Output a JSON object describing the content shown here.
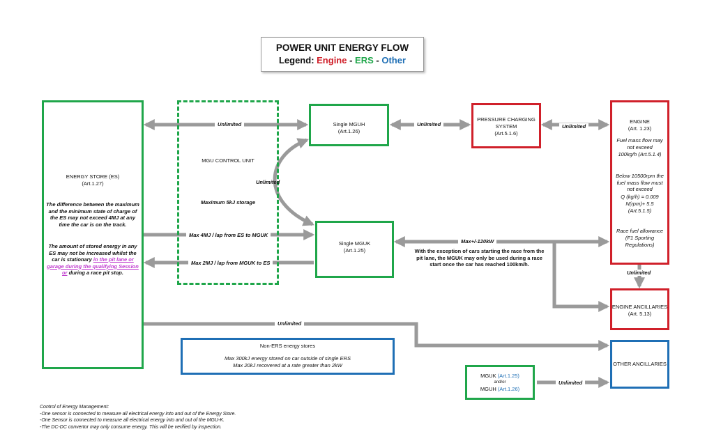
{
  "title": {
    "line1": "POWER UNIT ENERGY FLOW",
    "legend_prefix": "Legend: ",
    "engine": "Engine",
    "sep": " - ",
    "ers": "ERS",
    "other": "Other"
  },
  "colors": {
    "engine": "#d0202a",
    "ers": "#1fa64a",
    "other": "#1f6fb5",
    "arrow": "#9a9a9a"
  },
  "energy_store": {
    "name": "ENERGY STORE (ES)",
    "art": "(Art.1.27)",
    "p1": "The difference between the maximum and the minimum state of charge of the ES may not exceed 4MJ at any time the car is on the track.",
    "p2a": "The amount of stored energy in any ES may not be increased whilst the car is stationary ",
    "p2link": "in the pit lane or garage during the qualifying Session or",
    "p2b": " during a race pit stop."
  },
  "mgu_control": {
    "name": "MGU CONTROL UNIT",
    "storage": "Maximum 5kJ storage"
  },
  "mguh": {
    "name": "Single MGUH",
    "art": "(Art.1.26)"
  },
  "mguk": {
    "name": "Single MGUK",
    "art": "(Art.1.25)"
  },
  "pressure": {
    "name1": "PRESSURE CHARGING",
    "name2": "SYSTEM",
    "art": "(Art.5.1.6)"
  },
  "engine": {
    "name": "ENGINE",
    "art": "(Art. 1.23)",
    "f1": "Fuel mass flow may not exceed",
    "f2": "100kg/h (Art.5.1.4)",
    "b1": "Below 10500rpm the fuel mass flow must not exceed",
    "b2": "Q (kg/h) = 0.009",
    "b3": "N(rpm)+ 5.5",
    "b4": "(Art.5.1.5)",
    "r1": "Race fuel allowance",
    "r2": "(F1 Sporting Regulations)"
  },
  "ancillaries": {
    "name": "ENGINE ANCILLARIES",
    "art": "(Art. 5.13)"
  },
  "other_anc": {
    "name": "OTHER ANCILLARIES"
  },
  "non_ers": {
    "name": "Non-ERS energy stores",
    "l1": "Max 300kJ energy stored on car outside of single ERS",
    "l2": "Max 20kJ recovered at a rate greater than 2kW"
  },
  "mguk_or": {
    "l1a": "MGUK",
    "l1b": " (Art.1.25)",
    "l2": "and/or",
    "l3a": "MGUH",
    "l3b": " (Art.1.26)"
  },
  "flows": {
    "es_mguh": "Unlimited",
    "mguh_mguk": "Unlimited",
    "mguh_pcs": "Unlimited",
    "pcs_engine": "Unlimited",
    "es_to_mguk": "Max 4MJ / lap from ES to MGUK",
    "mguk_to_es": "Max 2MJ / lap from MGUK to ES",
    "mguk_engine": "Max+/-120kW",
    "mguk_note": "With the exception of cars starting the race from the pit lane, the MGUK may only be used during a race start once the car has reached 100km/h.",
    "engine_anc": "Unlimited",
    "es_other": "Unlimited",
    "mgu_other": "Unlimited"
  },
  "footer": {
    "title": "Control of Energy Management:",
    "l1": "-One sensor is connected to measure all electrical energy into and out of the Energy Store.",
    "l2": "-One Sensor is connected to measure all electrical energy into and out of the MGU-K.",
    "l3": "-The DC-DC convertor may only consume energy.  This will be verified by inspection."
  }
}
